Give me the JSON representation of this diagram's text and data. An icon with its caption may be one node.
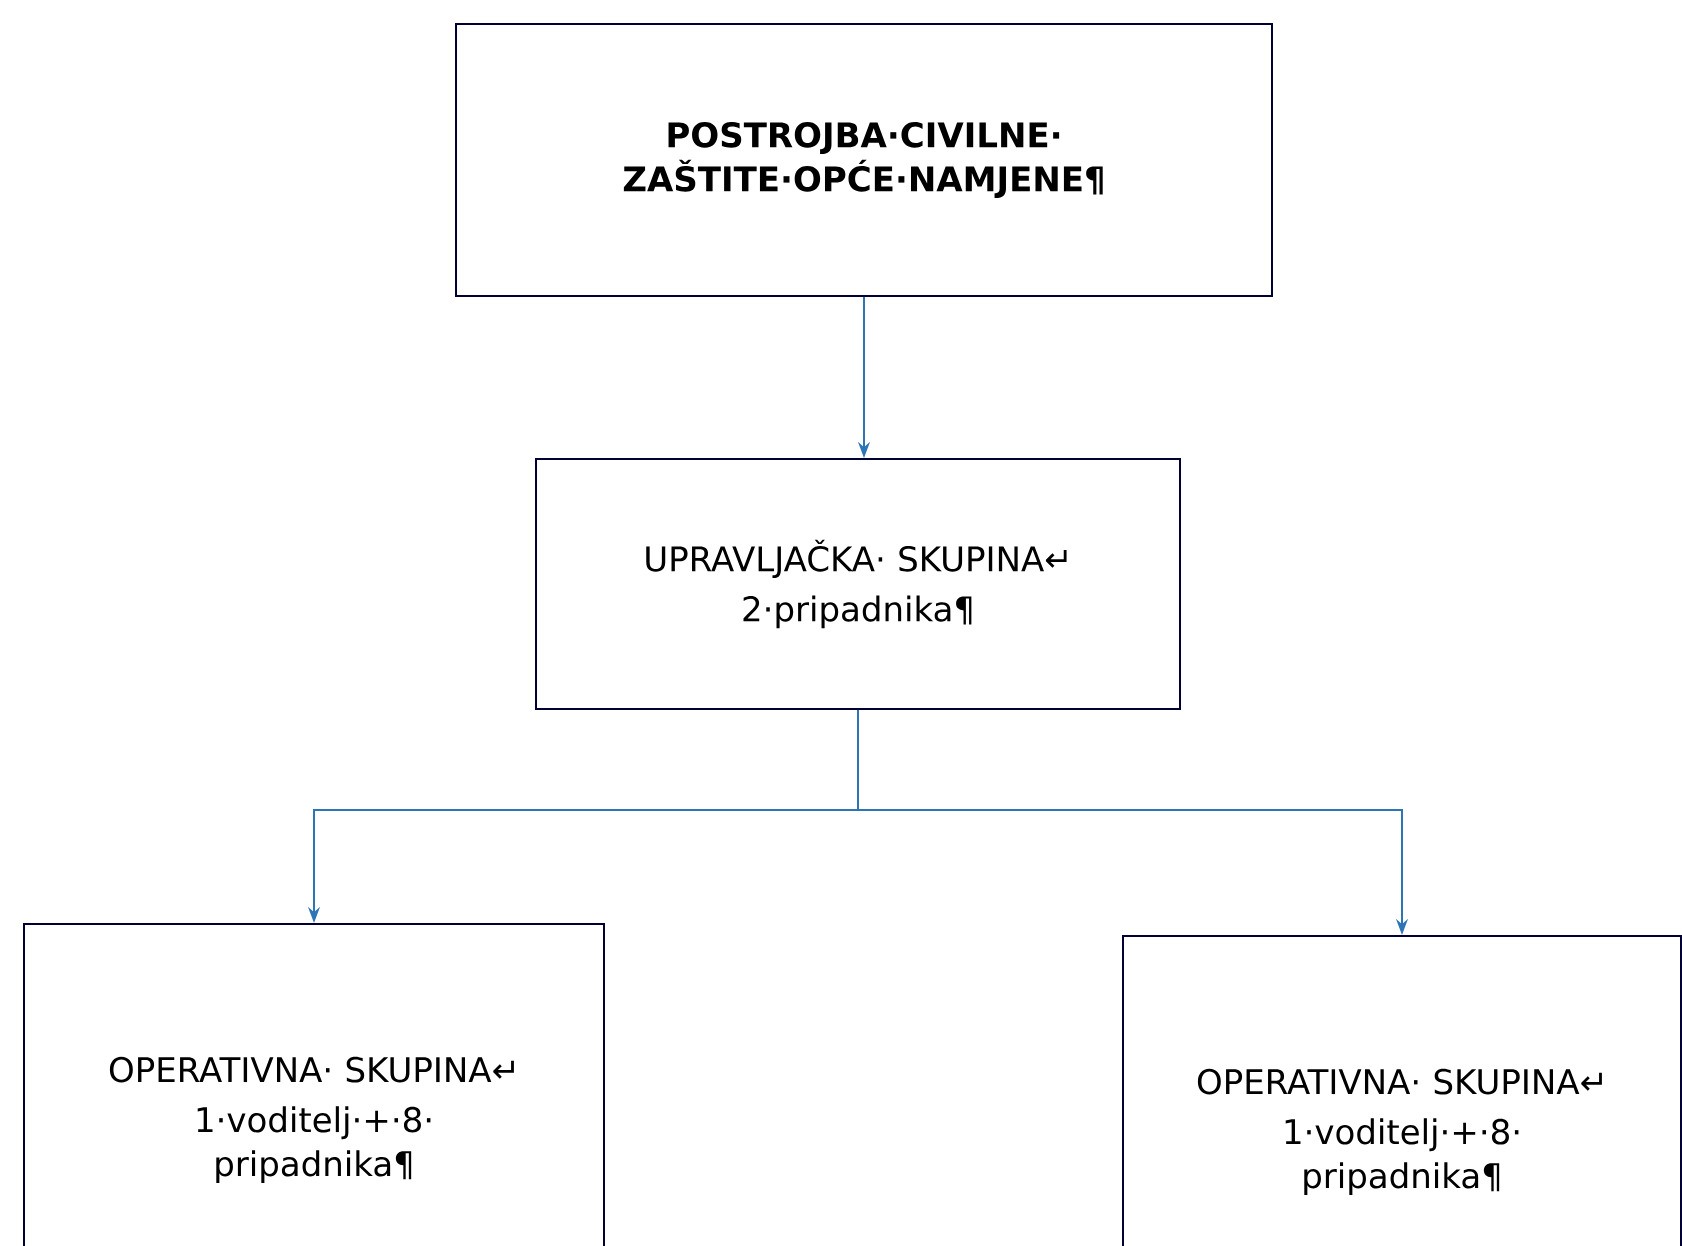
{
  "diagram": {
    "nodes": [
      {
        "text": [
          "POSTROJBA·CIVILNE· ZAŠTITE·OPĆE·NAMJENE¶"
        ]
      },
      {
        "text": [
          "UPRAVLJAČKA· SKUPINA↵",
          "2·pripadnika¶"
        ]
      },
      {
        "text": [
          "OPERATIVNA· SKUPINA↵",
          "1·voditelj·+·8· pripadnika¶"
        ]
      },
      {
        "text": [
          "OPERATIVNA· SKUPINA↵",
          "1·voditelj·+·8· pripadnika¶"
        ]
      }
    ],
    "edges": [
      {
        "from": 0,
        "to": 1,
        "arrow": "to"
      },
      {
        "from": 1,
        "to": 2,
        "arrow": "to"
      },
      {
        "from": 1,
        "to": 3,
        "arrow": "to"
      }
    ]
  }
}
